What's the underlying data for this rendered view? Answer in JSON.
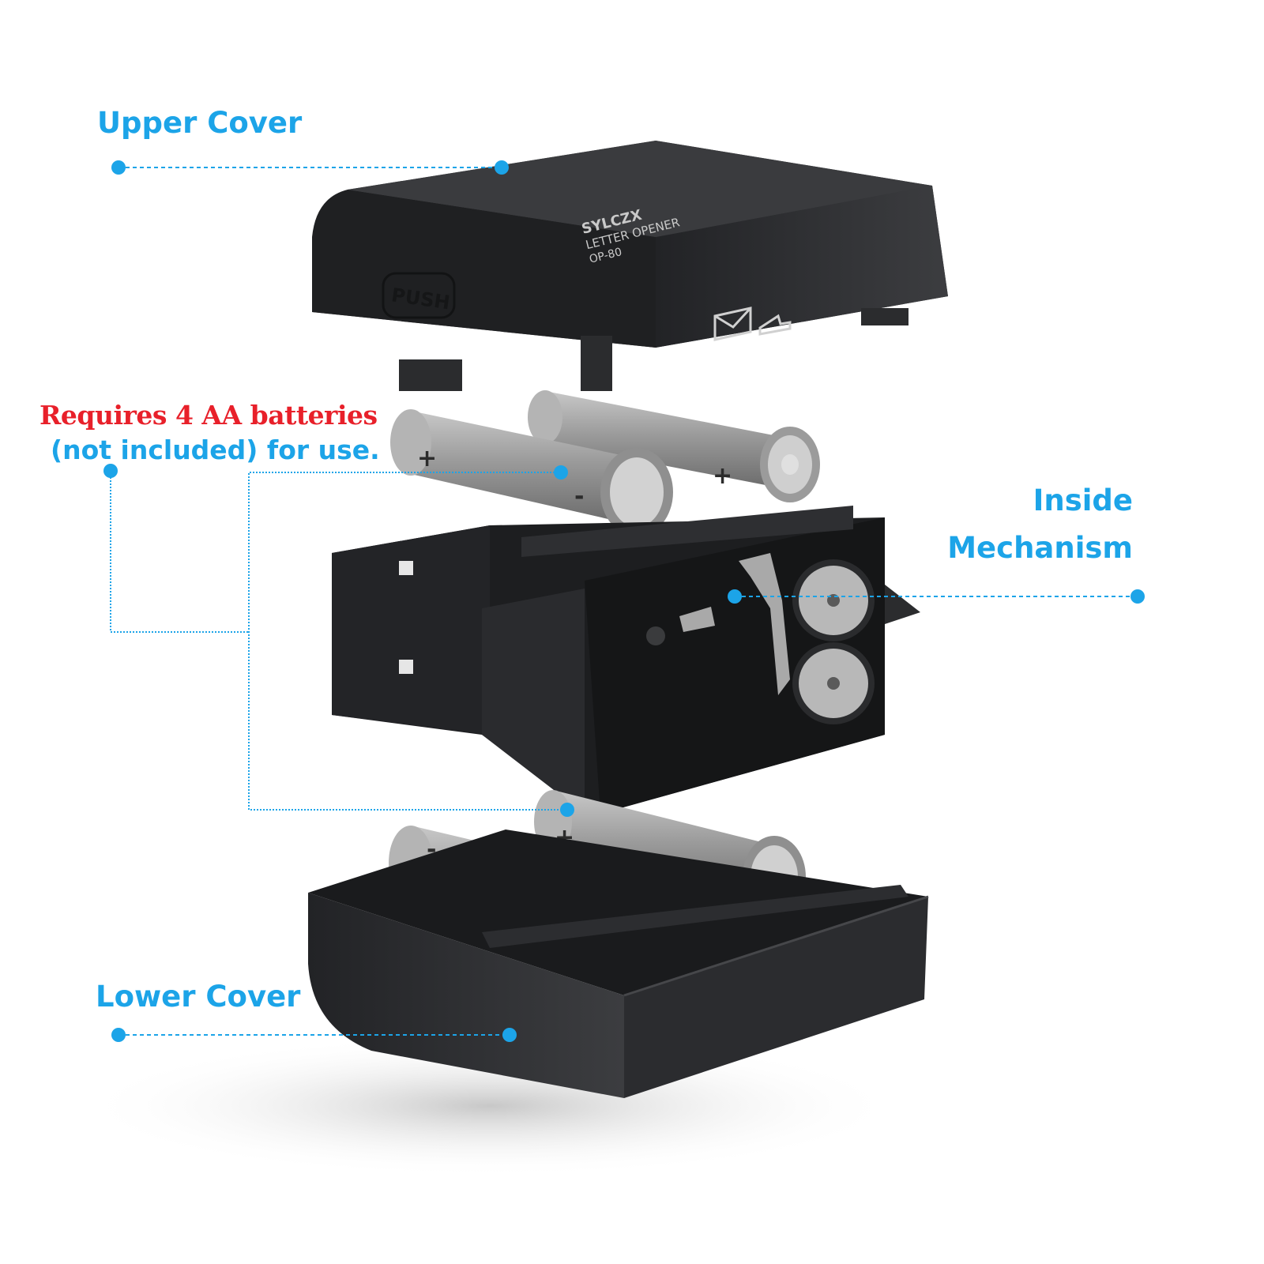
{
  "callouts": {
    "upper_cover": "Upper Cover",
    "inside_mechanism_line1": "Inside",
    "inside_mechanism_line2": "Mechanism",
    "batteries_line1": "Requires 4 AA batteries",
    "batteries_line2": "(not included) for use.",
    "lower_cover": "Lower Cover"
  },
  "device": {
    "brand": "SYLCZX",
    "product": "LETTER OPENER",
    "model": "OP-80",
    "push_label": "PUSH"
  },
  "battery_marks": {
    "plus": "+",
    "minus": "-"
  },
  "colors": {
    "callout_blue": "#1ca4e8",
    "warning_red": "#e8202a",
    "housing": "#2a2b2d",
    "battery": "#8e8e8e"
  }
}
